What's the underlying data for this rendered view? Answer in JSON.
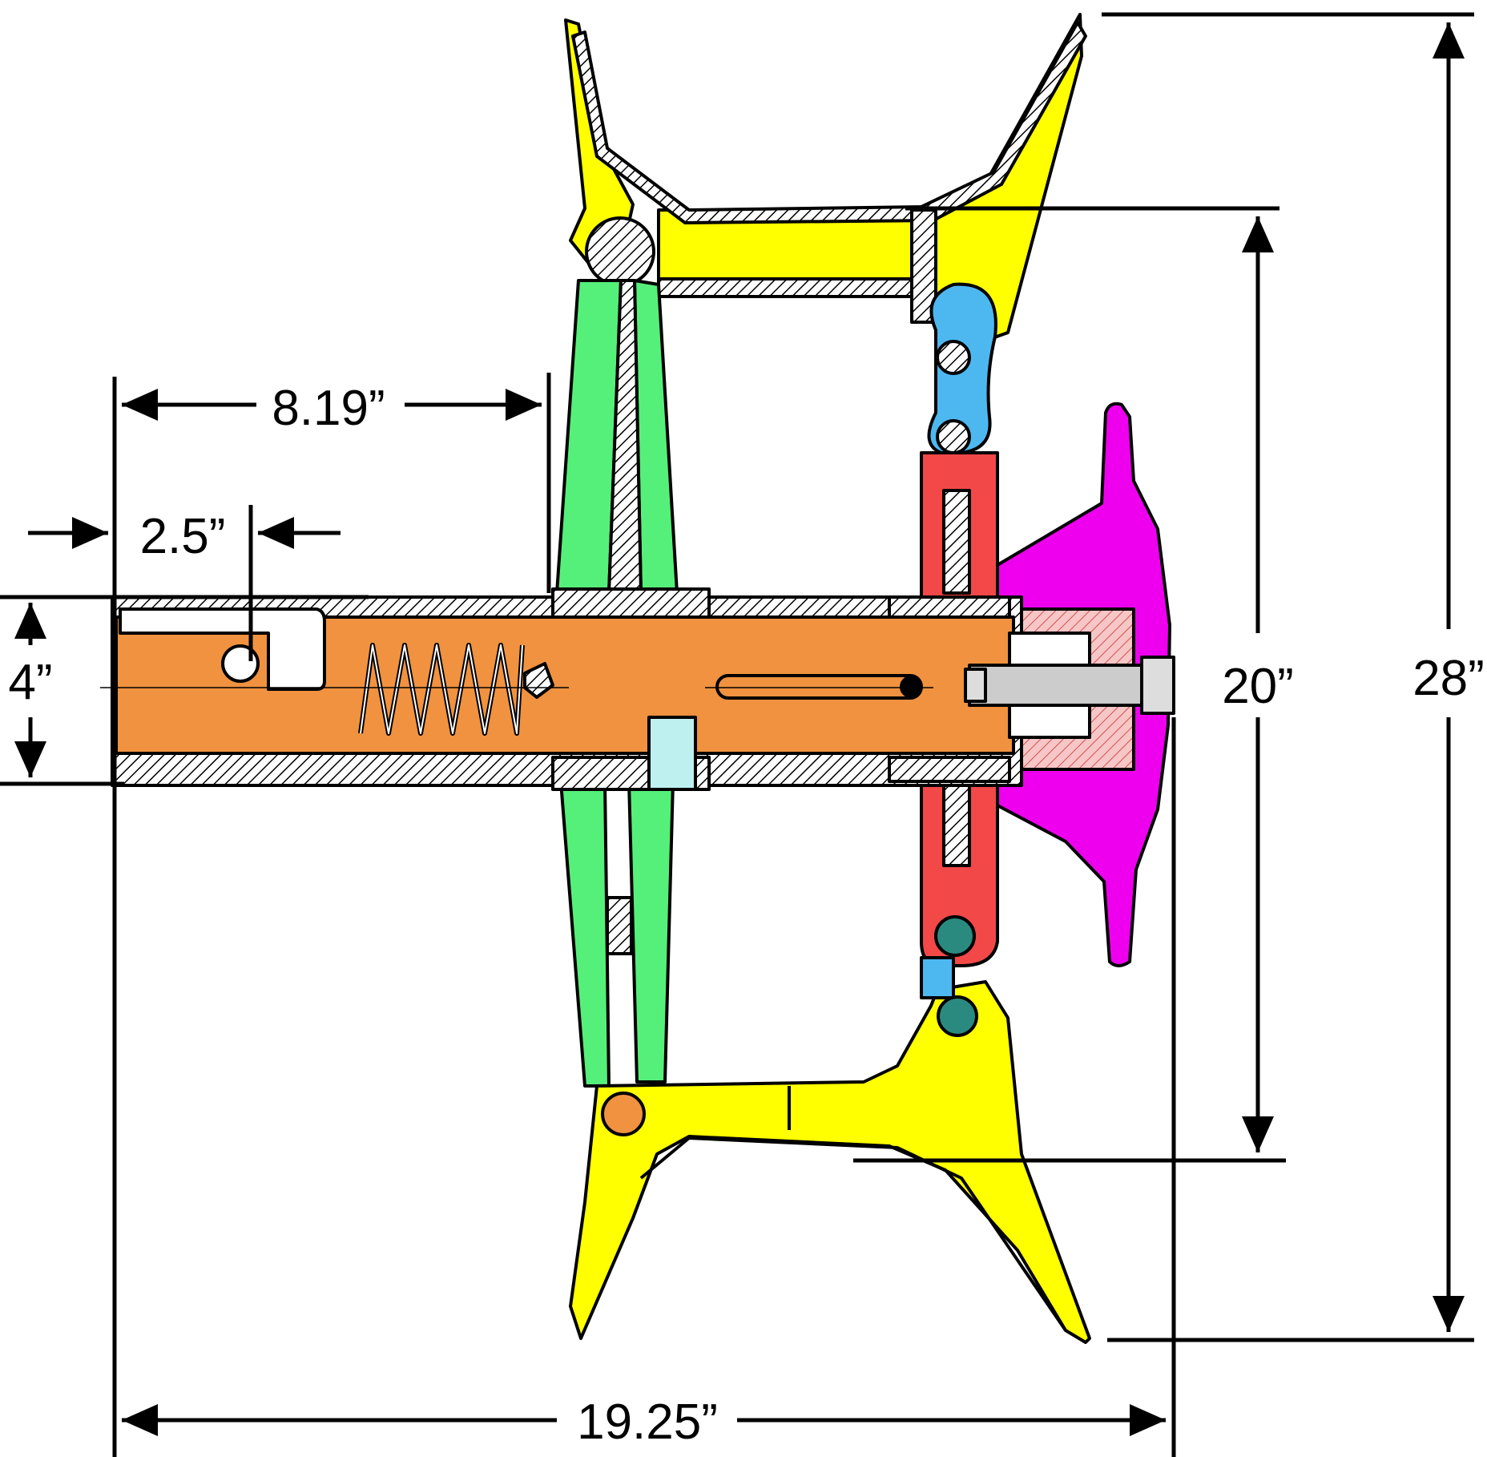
{
  "dimensions": {
    "overall_width": "19.25”",
    "shaft_length": "8.19”",
    "pin_offset": "2.5”",
    "shaft_diameter": "4”",
    "inner_height": "20”",
    "overall_height": "28”"
  },
  "colors": {
    "yellow": "#ffff00",
    "green": "#55f07a",
    "orange": "#f0923f",
    "blue": "#4db8f0",
    "red": "#f24848",
    "magenta": "#ee00ee",
    "pink": "#f7c6c6",
    "teal": "#2a8a80",
    "hatch": "#ffffff",
    "line": "#000000"
  }
}
